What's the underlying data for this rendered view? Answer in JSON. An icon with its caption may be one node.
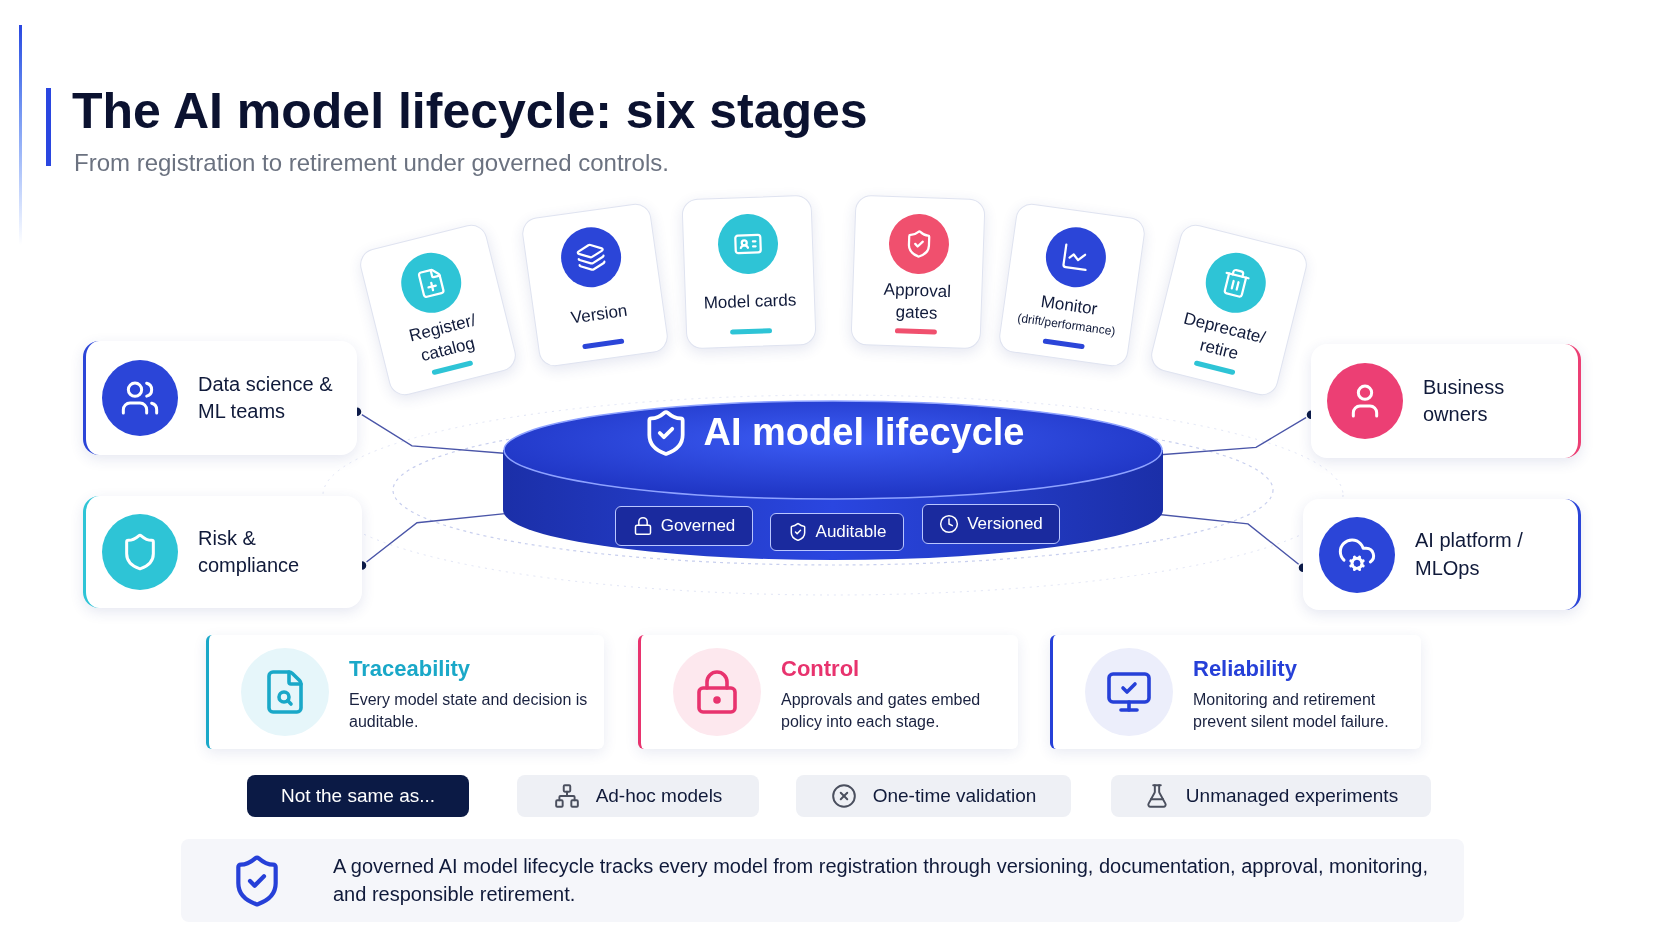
{
  "diagram": {
    "title": "The AI model lifecycle: six stages",
    "nodes": [
      {
        "text": [
          "AI model lifecycle"
        ]
      },
      {
        "text": [
          "Governed"
        ],
        "in": 0
      },
      {
        "text": [
          "Auditable"
        ],
        "in": 0
      },
      {
        "text": [
          "Versioned"
        ],
        "in": 0
      },
      {
        "text": [
          "Register/ catalog"
        ]
      },
      {
        "text": [
          "Version"
        ]
      },
      {
        "text": [
          "Model cards"
        ]
      },
      {
        "text": [
          "Approval gates"
        ]
      },
      {
        "text": [
          "Monitor",
          "(drift/performance)"
        ]
      },
      {
        "text": [
          "Deprecate/ retire"
        ]
      },
      {
        "text": [
          "Data science & ML teams"
        ]
      },
      {
        "text": [
          "Risk & compliance"
        ]
      },
      {
        "text": [
          "Business owners"
        ]
      },
      {
        "text": [
          "AI platform / MLOps"
        ]
      },
      {
        "text": [
          "Traceability",
          "Every model state and decision is auditable."
        ]
      },
      {
        "text": [
          "Control",
          "Approvals and gates embed policy into each stage."
        ]
      },
      {
        "text": [
          "Reliability",
          "Monitoring and retirement prevent silent model failure."
        ]
      },
      {
        "text": [
          "Not the same as..."
        ]
      },
      {
        "text": [
          "Ad-hoc models"
        ]
      },
      {
        "text": [
          "One-time validation"
        ]
      },
      {
        "text": [
          "Unmanaged experiments"
        ]
      },
      {
        "text": [
          "A governed AI model lifecycle tracks every model from registration through versioning, documentation, approval, monitoring, and responsible retirement."
        ]
      }
    ],
    "edges": [
      {
        "from": 10,
        "to": 0,
        "arrow": "other"
      },
      {
        "from": 11,
        "to": 0,
        "arrow": "other"
      },
      {
        "from": 12,
        "to": 0,
        "arrow": "other"
      },
      {
        "from": 13,
        "to": 0,
        "arrow": "other"
      }
    ],
    "labels": [
      "From registration to retirement under governed controls."
    ]
  }
}
